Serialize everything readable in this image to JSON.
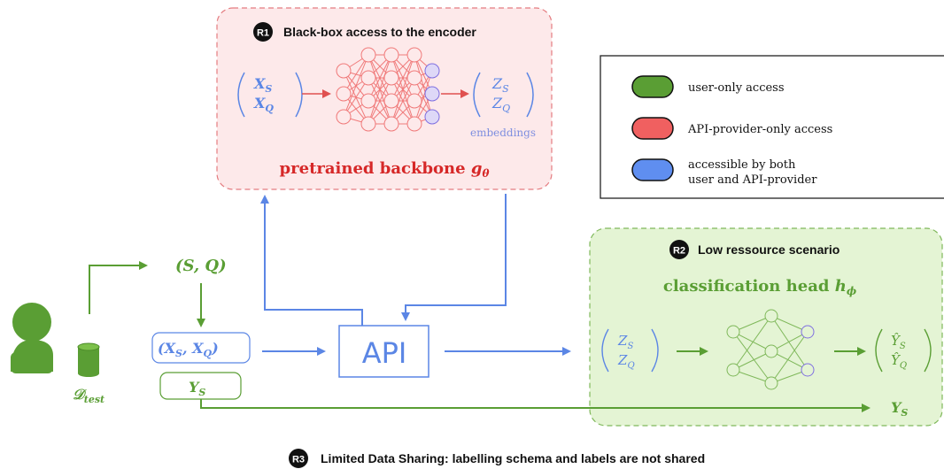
{
  "r1": {
    "badge": "R1",
    "title": "Black-box access to the encoder",
    "input_top": "X",
    "input_top_sub": "S",
    "input_bottom": "X",
    "input_bottom_sub": "Q",
    "output_top": "Z",
    "output_top_sub": "S",
    "output_bottom": "Z",
    "output_bottom_sub": "Q",
    "embeddings_label": "embeddings",
    "backbone_label": "pretrained backbone ",
    "backbone_symbol": "g",
    "backbone_symbol_sub": "θ"
  },
  "legend": {
    "items": [
      {
        "label": "user-only access",
        "color": "#5a9e34"
      },
      {
        "label": "API-provider-only access",
        "color": "#f06060"
      },
      {
        "label_line1": "accessible by both",
        "label_line2": "user and API-provider",
        "color": "#5f8ef0"
      }
    ]
  },
  "r2": {
    "badge": "R2",
    "title": "Low ressource scenario",
    "head_label": "classification head ",
    "head_symbol": "h",
    "head_symbol_sub": "ϕ",
    "input_top": "Z",
    "input_top_sub": "S",
    "input_bottom": "Z",
    "input_bottom_sub": "Q",
    "output_top": "Ŷ",
    "output_top_sub": "S",
    "output_bottom": "Ŷ",
    "output_bottom_sub": "Q"
  },
  "user": {
    "sq_label": "(S, Q)",
    "xsxq_open": "(X",
    "xsxq_sub1": "S",
    "xsxq_mid": ", X",
    "xsxq_sub2": "Q",
    "xsxq_close": ")",
    "ys": "Y",
    "ys_sub": "S",
    "dataset": "𝒟",
    "dataset_sub": "test",
    "ys_end": "Y",
    "ys_end_sub": "S"
  },
  "api": {
    "label": "API"
  },
  "r3": {
    "badge": "R3",
    "title": "Limited Data Sharing: labelling schema and labels are not shared"
  },
  "colors": {
    "green": "#5a9e34",
    "red": "#d62828",
    "blue": "#5b86e5",
    "pink_bg": "#fde9ea",
    "pink_border": "#e47c80",
    "green_bg": "#e4f4d4",
    "green_border": "#7fb85a"
  }
}
